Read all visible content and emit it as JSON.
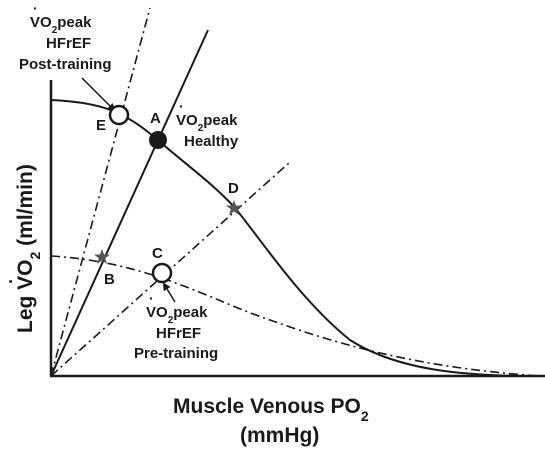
{
  "axes": {
    "y_label": {
      "main": "Leg ",
      "v": "V",
      "o": "O",
      "sub": "2",
      "unit": " (ml/min)"
    },
    "x_label": {
      "line1_main": "Muscle Venous PO",
      "line1_sub": "2",
      "line2": "(mmHg)"
    }
  },
  "points": {
    "A": "A",
    "B": "B",
    "C": "C",
    "D": "D",
    "E": "E"
  },
  "annotations": {
    "healthy": {
      "v": "V",
      "o": "O",
      "sub": "2",
      "peak": "peak",
      "line2": "Healthy"
    },
    "post_training": {
      "v": "V",
      "o": "O",
      "sub": "2",
      "peak": "peak",
      "line2": "HFrEF",
      "line3": "Post-training"
    },
    "pre_training": {
      "v": "V",
      "o": "O",
      "sub": "2",
      "peak": "peak",
      "line2": "HFrEF",
      "line3": "Pre-training"
    }
  }
}
